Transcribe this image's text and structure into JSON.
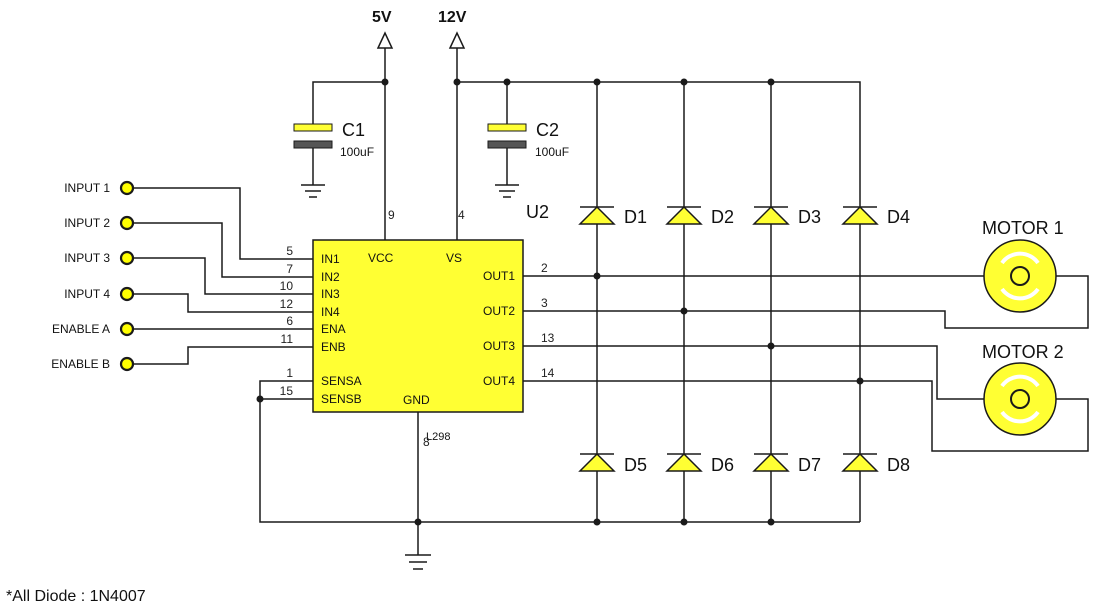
{
  "supplies": {
    "v5": "5V",
    "v12": "12V"
  },
  "capacitors": [
    {
      "name": "C1",
      "value": "100uF"
    },
    {
      "name": "C2",
      "value": "100uF"
    }
  ],
  "chip": {
    "ref": "U2",
    "part": "L298",
    "pins_left": [
      "IN1",
      "IN2",
      "IN3",
      "IN4",
      "ENA",
      "ENB",
      "SENSA",
      "SENSB"
    ],
    "pins_top": [
      "VCC",
      "VS"
    ],
    "pin_bottom": "GND",
    "pins_right": [
      "OUT1",
      "OUT2",
      "OUT3",
      "OUT4"
    ],
    "pin_numbers": {
      "in1": "5",
      "in2": "7",
      "in3": "10",
      "in4": "12",
      "ena": "6",
      "enb": "11",
      "sensa": "1",
      "sensb": "15",
      "vcc": "9",
      "vs": "4",
      "gnd": "8",
      "out1": "2",
      "out2": "3",
      "out3": "13",
      "out4": "14"
    }
  },
  "inputs": [
    "INPUT 1",
    "INPUT 2",
    "INPUT 3",
    "INPUT 4",
    "ENABLE A",
    "ENABLE B"
  ],
  "diodes": [
    "D1",
    "D2",
    "D3",
    "D4",
    "D5",
    "D6",
    "D7",
    "D8"
  ],
  "motors": [
    "MOTOR 1",
    "MOTOR 2"
  ],
  "footnote": "*All Diode : 1N4007"
}
